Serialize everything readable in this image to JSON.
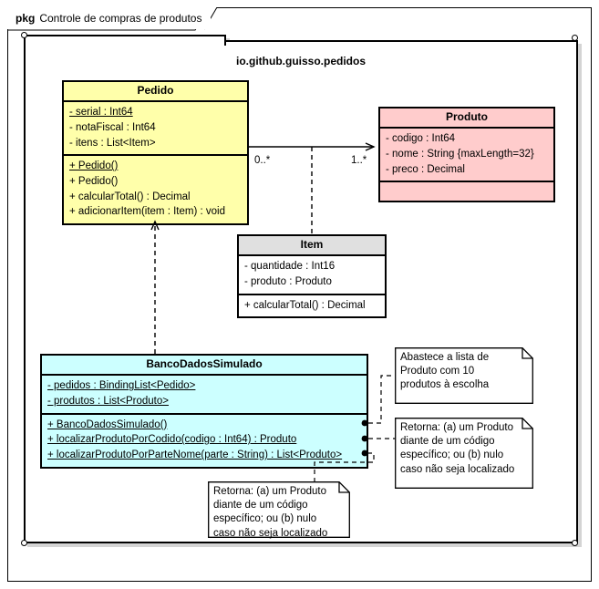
{
  "frame": {
    "pkg_keyword": "pkg",
    "pkg_title": "Controle de compras de produtos",
    "package_name": "io.github.guisso.pedidos"
  },
  "classes": {
    "pedido": {
      "name": "Pedido",
      "attributes": [
        {
          "text": "- serial : Int64",
          "static": true
        },
        {
          "text": "- notaFiscal : Int64",
          "static": false
        },
        {
          "text": "- itens : List<Item>",
          "static": false
        }
      ],
      "operations": [
        {
          "text": "+ Pedido()",
          "static": true
        },
        {
          "text": "+ Pedido()",
          "static": false
        },
        {
          "text": "+ calcularTotal() : Decimal",
          "static": false
        },
        {
          "text": "+ adicionarItem(item : Item) : void",
          "static": false
        }
      ],
      "color": "#ffffaa"
    },
    "produto": {
      "name": "Produto",
      "attributes": [
        {
          "text": "- codigo : Int64",
          "static": false
        },
        {
          "text": "- nome : String {maxLength=32}",
          "static": false
        },
        {
          "text": "- preco : Decimal",
          "static": false
        }
      ],
      "operations": [],
      "color": "#ffcccc"
    },
    "item": {
      "name": "Item",
      "attributes": [
        {
          "text": "- quantidade : Int16",
          "static": false
        },
        {
          "text": "- produto : Produto",
          "static": false
        }
      ],
      "operations": [
        {
          "text": "+ calcularTotal() : Decimal",
          "static": false
        }
      ],
      "color": "#e0e0e0"
    },
    "banco": {
      "name": "BancoDadosSimulado",
      "attributes": [
        {
          "text": "- pedidos : BindingList<Pedido>",
          "static": true
        },
        {
          "text": "- produtos : List<Produto>",
          "static": true
        }
      ],
      "operations": [
        {
          "text": "+ BancoDadosSimulado()",
          "static": true
        },
        {
          "text": "+ localizarProdutoPorCodido(codigo : Int64) : Produto",
          "static": true
        },
        {
          "text": "+ localizarProdutoPorParteNome(parte : String) : List<Produto>",
          "static": true
        }
      ],
      "color": "#ccffff"
    }
  },
  "associations": {
    "pedido_produto": {
      "source_multiplicity": "0..*",
      "target_multiplicity": "1..*"
    }
  },
  "notes": [
    {
      "id": "note-abastece",
      "text": "Abastece a lista de\nProduto com 10\nprodutos à escolha"
    },
    {
      "id": "note-retorna-codigo",
      "text": "Retorna: (a) um Produto\ndiante de um código\nespecífico; ou (b) nulo\ncaso não seja localizado"
    },
    {
      "id": "note-retorna-nome",
      "text": "Retorna: (a) um Produto\ndiante de um código\nespecífico; ou (b) nulo\ncaso não seja localizado"
    }
  ]
}
